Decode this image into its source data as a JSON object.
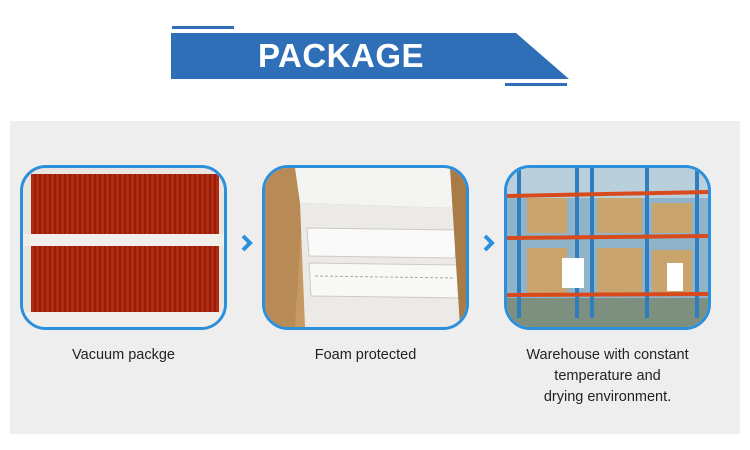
{
  "header": {
    "title": "PACKAGE",
    "accent_color": "#2f6fb8"
  },
  "steps": [
    {
      "caption": "Vacuum packge",
      "image": "red-tubes-in-tray"
    },
    {
      "caption": "Foam protected",
      "image": "foam-box"
    },
    {
      "caption_lines": [
        "Warehouse with constant",
        "temperature and",
        "drying environment."
      ],
      "image": "warehouse-racks"
    }
  ],
  "colors": {
    "frame": "#2b8fdc",
    "arrow": "#2b8fdc",
    "panel": "#eeeeee"
  }
}
